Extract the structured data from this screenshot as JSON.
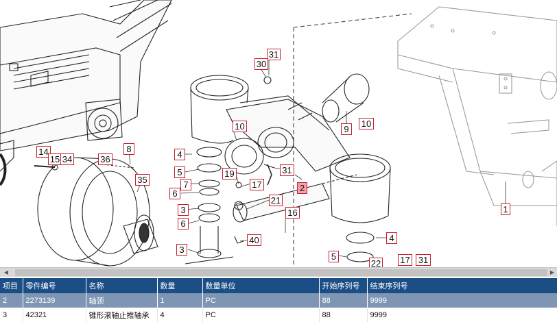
{
  "callouts": [
    {
      "label": "31",
      "selected": false
    },
    {
      "label": "30",
      "selected": false
    },
    {
      "label": "10",
      "selected": false
    },
    {
      "label": "9",
      "selected": false
    },
    {
      "label": "10",
      "selected": false
    },
    {
      "label": "14",
      "selected": false
    },
    {
      "label": "15",
      "selected": false
    },
    {
      "label": "34",
      "selected": false
    },
    {
      "label": "36",
      "selected": false
    },
    {
      "label": "8",
      "selected": false
    },
    {
      "label": "4",
      "selected": false
    },
    {
      "label": "5",
      "selected": false
    },
    {
      "label": "19",
      "selected": false
    },
    {
      "label": "7",
      "selected": false
    },
    {
      "label": "17",
      "selected": false
    },
    {
      "label": "31",
      "selected": false
    },
    {
      "label": "2",
      "selected": true
    },
    {
      "label": "35",
      "selected": false
    },
    {
      "label": "6",
      "selected": false
    },
    {
      "label": "3",
      "selected": false
    },
    {
      "label": "21",
      "selected": false
    },
    {
      "label": "6",
      "selected": false
    },
    {
      "label": "16",
      "selected": false
    },
    {
      "label": "40",
      "selected": false
    },
    {
      "label": "3",
      "selected": false
    },
    {
      "label": "4",
      "selected": false
    },
    {
      "label": "5",
      "selected": false
    },
    {
      "label": "22",
      "selected": false
    },
    {
      "label": "17",
      "selected": false
    },
    {
      "label": "31",
      "selected": false
    },
    {
      "label": "1",
      "selected": false
    }
  ],
  "table": {
    "headers": [
      "项目",
      "零件编号",
      "名称",
      "数量",
      "数量单位",
      "开始序列号",
      "结束序列号"
    ],
    "rows": [
      {
        "item": "2",
        "part_no": "2273139",
        "name": "轴颈",
        "qty": "1",
        "unit": "PC",
        "start_sn": "88",
        "end_sn": "9999",
        "selected": true
      },
      {
        "item": "3",
        "part_no": "42321",
        "name": "锥形滚轴止推轴承",
        "qty": "4",
        "unit": "PC",
        "start_sn": "88",
        "end_sn": "9999",
        "selected": false
      }
    ]
  },
  "colors": {
    "header_bg": "#1c4e86",
    "selected_row_bg": "#7e95b3",
    "callout_border": "#c8202a",
    "callout_selected_bg": "#f4a0a6"
  }
}
